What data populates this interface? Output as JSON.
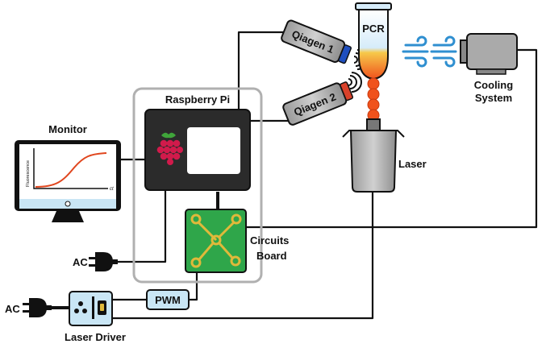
{
  "labels": {
    "raspberry_pi": "Raspberry Pi",
    "monitor": "Monitor",
    "qiagen1": "Qiagen 1",
    "qiagen2": "Qiagen 2",
    "pcr": "PCR",
    "cooling_line1": "Cooling",
    "cooling_line2": "System",
    "laser": "Laser",
    "circuits_line1": "Circuits",
    "circuits_line2": "Board",
    "pwm": "PWM",
    "laser_driver": "Laser Driver",
    "ac_top": "AC",
    "ac_bottom": "AC"
  },
  "monitor_plot": {
    "ylabel": "Fluorescence",
    "xlabel": "ct"
  },
  "icons": {
    "raspberry": "raspberry-pi-logo-icon",
    "wind": "wind-icon",
    "signal": "signal-waves-icon",
    "plug": "power-plug-icon"
  },
  "colors": {
    "pi_board": "#2b2b2b",
    "circuit_board": "#2fa64a",
    "circuit_pads": "#e0b93a",
    "pwm_box": "#c9e6f5",
    "laser_driver_box": "#c9e6f5",
    "monitor_screen": "#c9e6f5",
    "pcr_liquid": "#f0521c",
    "laser_beam": "#f0521c",
    "qiagen_cap_1": "#1f4fbf",
    "qiagen_cap_2": "#d9412a",
    "wind": "#2f8fd0",
    "cooling_unit": "#aaaaaa",
    "enclosure": "#b0b0b0"
  }
}
